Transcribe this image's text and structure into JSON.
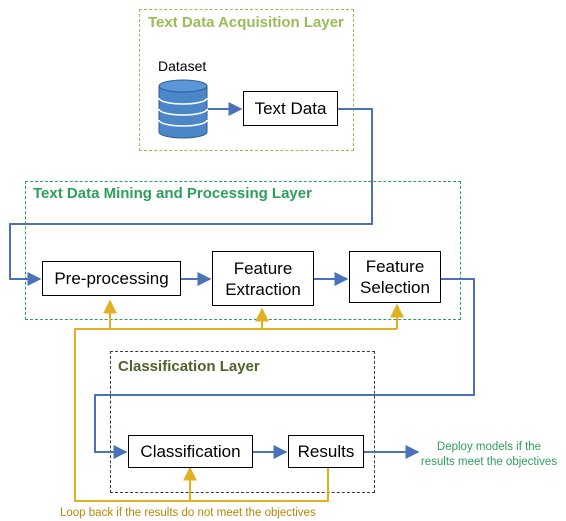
{
  "layers": {
    "acquisition": {
      "title": "Text Data Acquisition Layer",
      "color": "#9bbb59"
    },
    "mining": {
      "title": "Text Data Mining and Processing Layer",
      "color": "#2e9e5b"
    },
    "classification": {
      "title": "Classification Layer",
      "color": "#4f6228"
    }
  },
  "nodes": {
    "dataset_label": "Dataset",
    "text_data": "Text Data",
    "preprocessing": "Pre-processing",
    "feature_extraction": "Feature\nExtraction",
    "feature_selection": "Feature\nSelection",
    "classification": "Classification",
    "results": "Results"
  },
  "annotations": {
    "deploy": "Deploy models if the\nresults meet the objectives",
    "loop_back": "Loop back if the results do not meet the objectives"
  },
  "colors": {
    "flow_arrow": "#4a72b8",
    "loop_arrow": "#e0b020",
    "deploy_text": "#2e9e5b",
    "loop_text": "#b8860b",
    "database_fill": "#4a86c8",
    "database_stroke": "#2f5f96",
    "classification_border": "#3a3a2a"
  }
}
